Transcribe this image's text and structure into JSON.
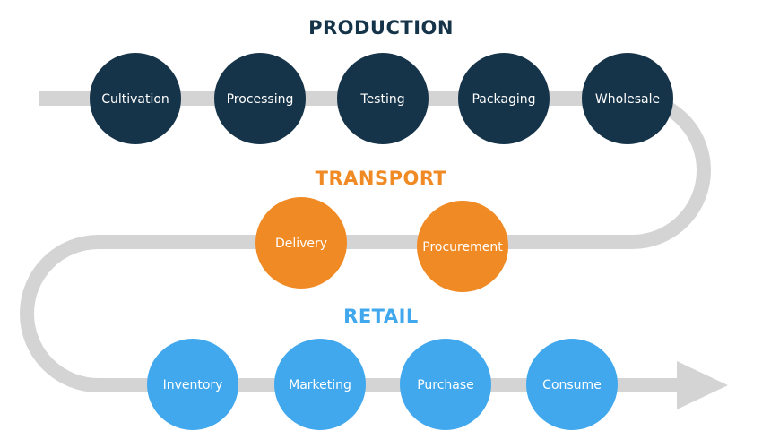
{
  "colors": {
    "track": "#d4d4d4",
    "production": "#163449",
    "transport": "#f08a24",
    "retail": "#41a8ee",
    "label_text": "#ffffff"
  },
  "sections": {
    "production": {
      "title": "PRODUCTION",
      "nodes": [
        "Cultivation",
        "Processing",
        "Testing",
        "Packaging",
        "Wholesale"
      ]
    },
    "transport": {
      "title": "TRANSPORT",
      "nodes": [
        "Delivery",
        "Procurement"
      ]
    },
    "retail": {
      "title": "RETAIL",
      "nodes": [
        "Inventory",
        "Marketing",
        "Purchase",
        "Consume"
      ]
    }
  }
}
